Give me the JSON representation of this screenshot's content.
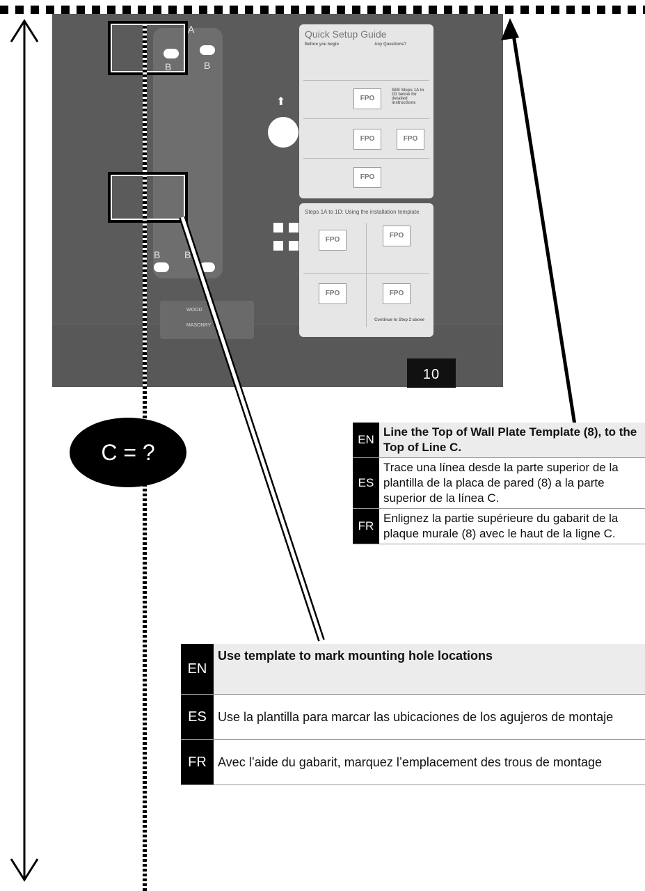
{
  "template": {
    "guide_title": "Quick Setup Guide",
    "guide_before": "Before you begin",
    "guide_questions": "Any Questions?",
    "fpo_label": "FPO",
    "steps_title": "Steps 1A to 1D: Using the installation template",
    "continue": "Continue to Step 2 above",
    "see_steps": "SEE Steps 1A to 1D below for detailed instructions",
    "labels": {
      "a": "A",
      "b": "B"
    },
    "legend_wood": "WOOD",
    "legend_masonry": "MASONRY"
  },
  "page_number": "10",
  "badge": "C = ?",
  "callout_line_top": {
    "en_code": "EN",
    "en": "Line the Top of Wall Plate Template (8), to the Top of Line C.",
    "es_code": "ES",
    "es": "Trace una línea desde la parte superior de la plantilla de la placa de pared (8) a la parte superior de la línea C.",
    "fr_code": "FR",
    "fr": "Enlignez la partie supérieure du gabarit de la plaque murale (8) avec le haut de la ligne C."
  },
  "callout_mark_holes": {
    "en_code": "EN",
    "en": "Use template to mark mounting hole locations",
    "es_code": "ES",
    "es": "Use la plantilla para marcar las ubicaciones de los agujeros de montaje",
    "fr_code": "FR",
    "fr": "Avec l’aide du gabarit, marquez l’emplacement des trous de montage"
  }
}
